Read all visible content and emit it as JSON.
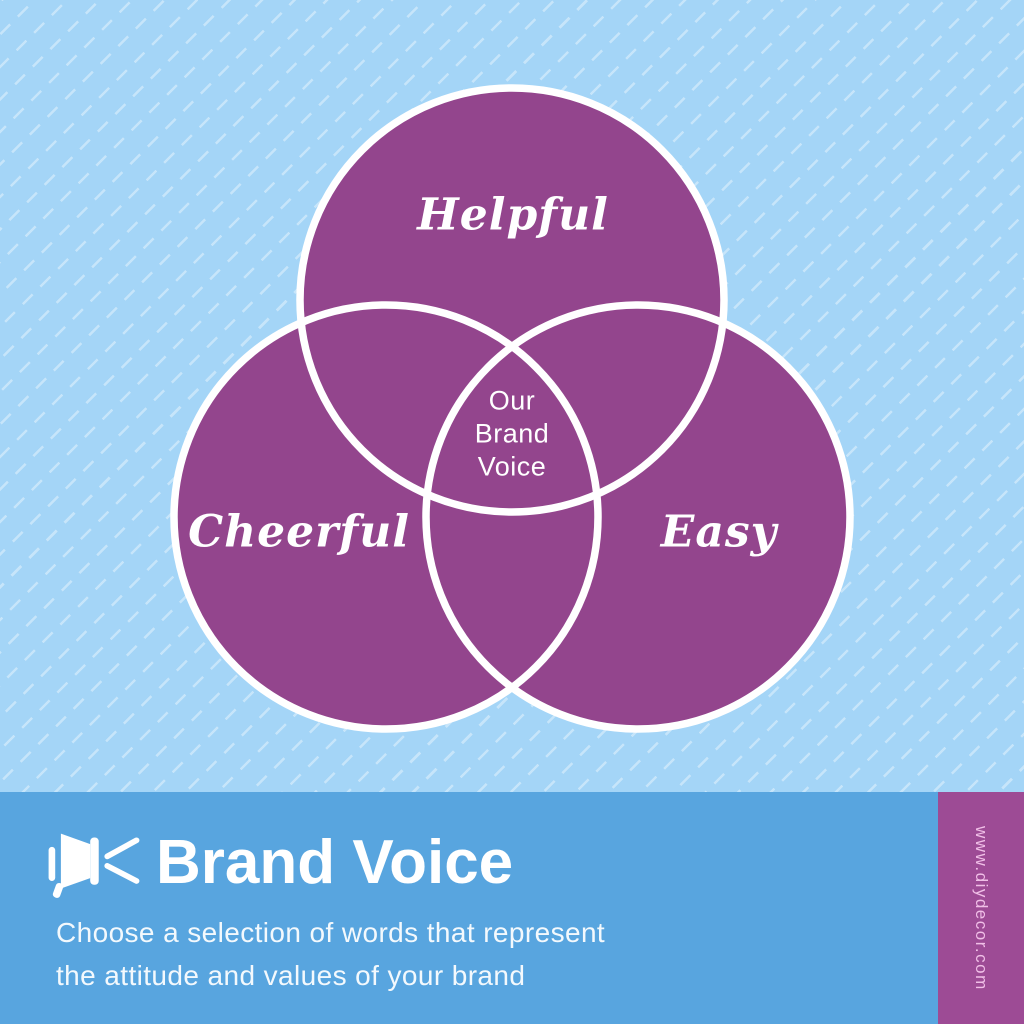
{
  "venn": {
    "top_circle": {
      "label": "Helpful"
    },
    "left_circle": {
      "label": "Cheerful"
    },
    "right_circle": {
      "label": "Easy"
    },
    "center": {
      "label": "Our\nBrand\nVoice"
    }
  },
  "footer": {
    "icon": "megaphone-icon",
    "title": "Brand Voice",
    "subtitle_line1": "Choose a selection of words that represent",
    "subtitle_line2": "the attitude and values of your brand"
  },
  "side_strip": {
    "website": "www.diydecor.com"
  },
  "colors": {
    "background_blue": "#a4d5f7",
    "pattern_dash": "#c9e6fb",
    "circle_purple": "#93458d",
    "circle_outline": "#ffffff",
    "footer_blue": "#58a5df",
    "strip_purple": "#9d4b95",
    "strip_text_pink": "#f0bfe7",
    "text_white": "#ffffff"
  }
}
